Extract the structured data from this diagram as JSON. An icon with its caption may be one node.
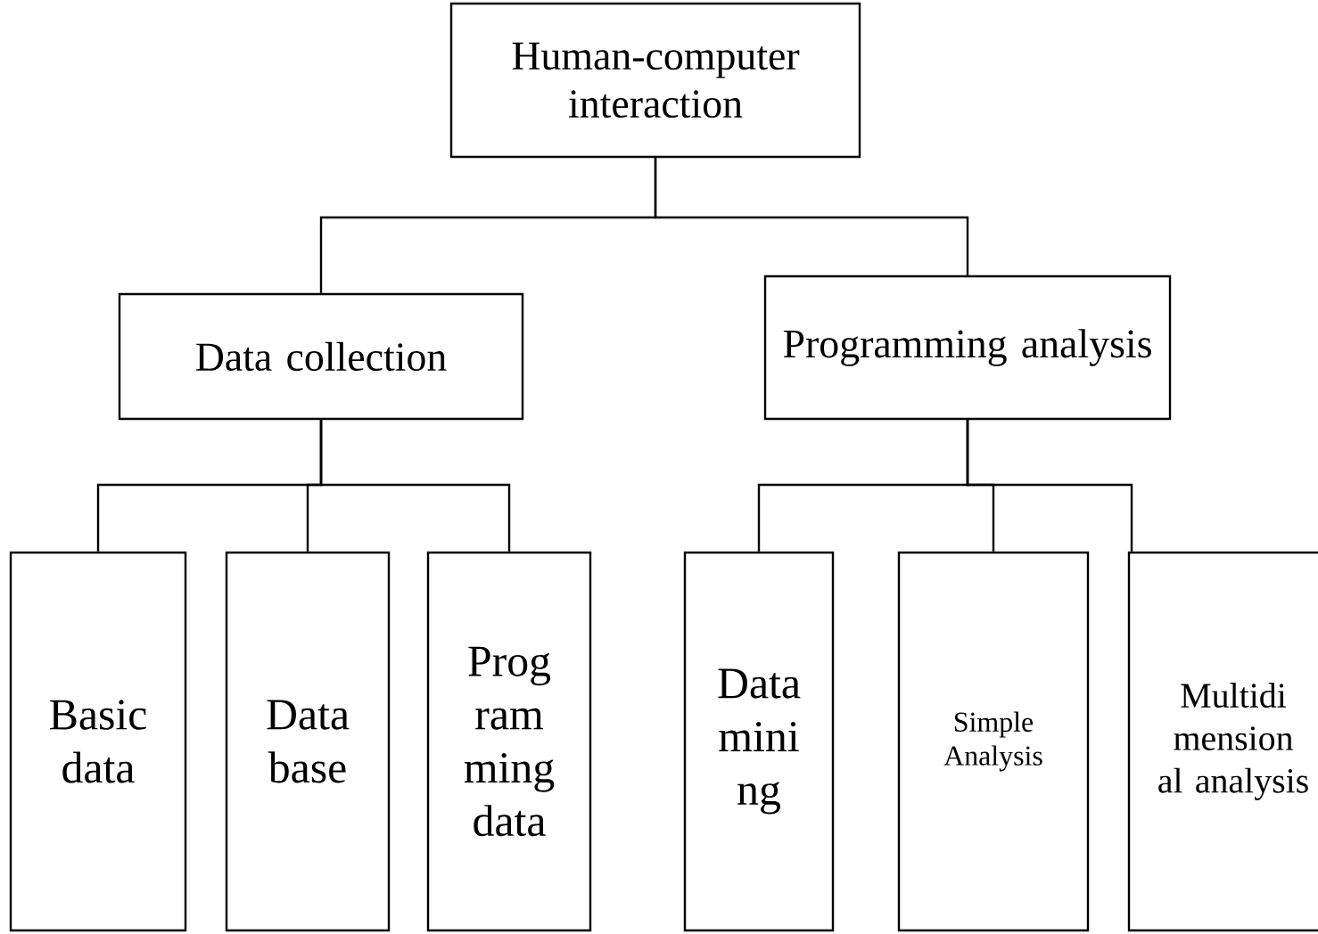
{
  "diagram": {
    "nodes": [
      {
        "text": [
          "Human-computer interaction"
        ]
      },
      {
        "text": [
          "Data collection"
        ]
      },
      {
        "text": [
          "Programming analysis"
        ]
      },
      {
        "text": [
          "Basic data"
        ]
      },
      {
        "text": [
          "Data base"
        ]
      },
      {
        "text": [
          "Prog ram ming data"
        ]
      },
      {
        "text": [
          "Data mini ng"
        ]
      },
      {
        "text": [
          "Simple Analysis"
        ]
      },
      {
        "text": [
          "Multidi mension al analysis"
        ]
      }
    ],
    "edges": [
      {
        "from": 0,
        "to": 1,
        "arrow": "none"
      },
      {
        "from": 0,
        "to": 2,
        "arrow": "none"
      },
      {
        "from": 1,
        "to": 3,
        "arrow": "none"
      },
      {
        "from": 1,
        "to": 4,
        "arrow": "none"
      },
      {
        "from": 1,
        "to": 5,
        "arrow": "none"
      },
      {
        "from": 2,
        "to": 6,
        "arrow": "none"
      },
      {
        "from": 2,
        "to": 7,
        "arrow": "none"
      },
      {
        "from": 2,
        "to": 8,
        "arrow": "none"
      }
    ]
  }
}
